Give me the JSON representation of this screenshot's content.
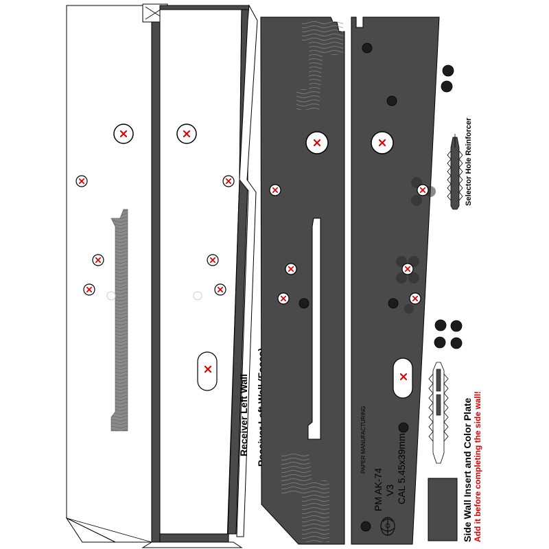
{
  "colors": {
    "panel_dark": "#4a4a4a",
    "outline": "#000000",
    "paper": "#ffffff",
    "hole_mark": "#e00000",
    "texture": "#8c8c8c",
    "stud": "#1c1c1c",
    "warning_text": "#e00000"
  },
  "labels": {
    "left_wall": "Receiver Left Wall",
    "left_wall_faces": "Receiver Left Wall (Faces)",
    "selector_reinforcer": "Selector Hole Reinforcer",
    "insert_title": "Side Wall Insert and Color Plate",
    "insert_warning": "Add it before completing the side wall!"
  },
  "engraving": {
    "maker": "PAPER MANUFACTURING",
    "model": "PM AK-74",
    "version": "V3",
    "caliber": "CAL 5.45x39mm"
  },
  "symbols": {
    "hole_mark": "cross-mark-icon",
    "emblem": "emblem-icon"
  }
}
